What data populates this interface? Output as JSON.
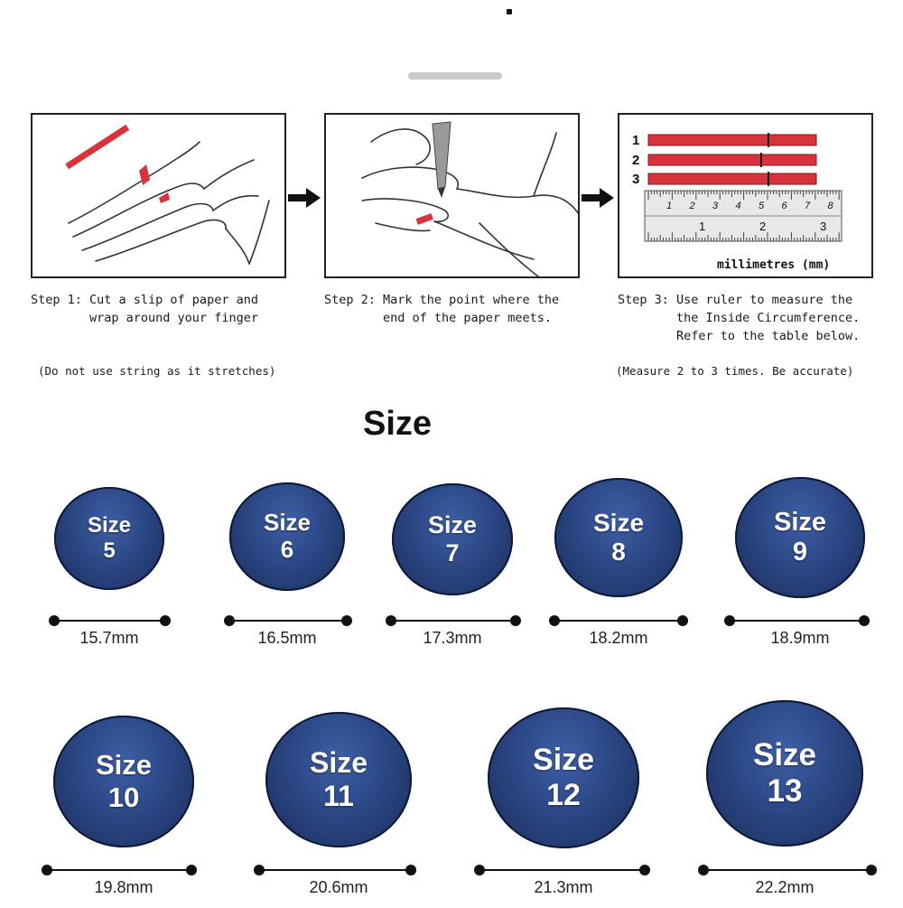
{
  "steps": [
    {
      "line1": "Step 1: Cut a slip of paper and",
      "line2": "        wrap around your finger",
      "line3": ""
    },
    {
      "line1": "Step 2: Mark the point where the",
      "line2": "        end of the paper meets.",
      "line3": ""
    },
    {
      "line1": "Step 3: Use ruler to measure the",
      "line2": "        the Inside Circumference.",
      "line3": "        Refer to the table below."
    }
  ],
  "notes": {
    "left": "(Do not use string as it stretches)",
    "right": "(Measure 2 to 3 times. Be accurate)"
  },
  "panel3": {
    "strip_labels": [
      "1",
      "2",
      "3"
    ],
    "ruler_top_ticks": [
      "1",
      "2",
      "3",
      "4",
      "5",
      "6",
      "7",
      "8"
    ],
    "ruler_bottom_ticks": [
      "1",
      "2",
      "3"
    ],
    "units_label": "millimetres (mm)"
  },
  "title": "Size",
  "size_word": "Size",
  "sizes": [
    {
      "size": "5",
      "mm": "15.7mm"
    },
    {
      "size": "6",
      "mm": "16.5mm"
    },
    {
      "size": "7",
      "mm": "17.3mm"
    },
    {
      "size": "8",
      "mm": "18.2mm"
    },
    {
      "size": "9",
      "mm": "18.9mm"
    },
    {
      "size": "10",
      "mm": "19.8mm"
    },
    {
      "size": "11",
      "mm": "20.6mm"
    },
    {
      "size": "12",
      "mm": "21.3mm"
    },
    {
      "size": "13",
      "mm": "22.2mm"
    }
  ],
  "colors": {
    "ring": "#2b4785",
    "paper_strip": "#d8323a",
    "ruler": "#e8e8e8"
  }
}
